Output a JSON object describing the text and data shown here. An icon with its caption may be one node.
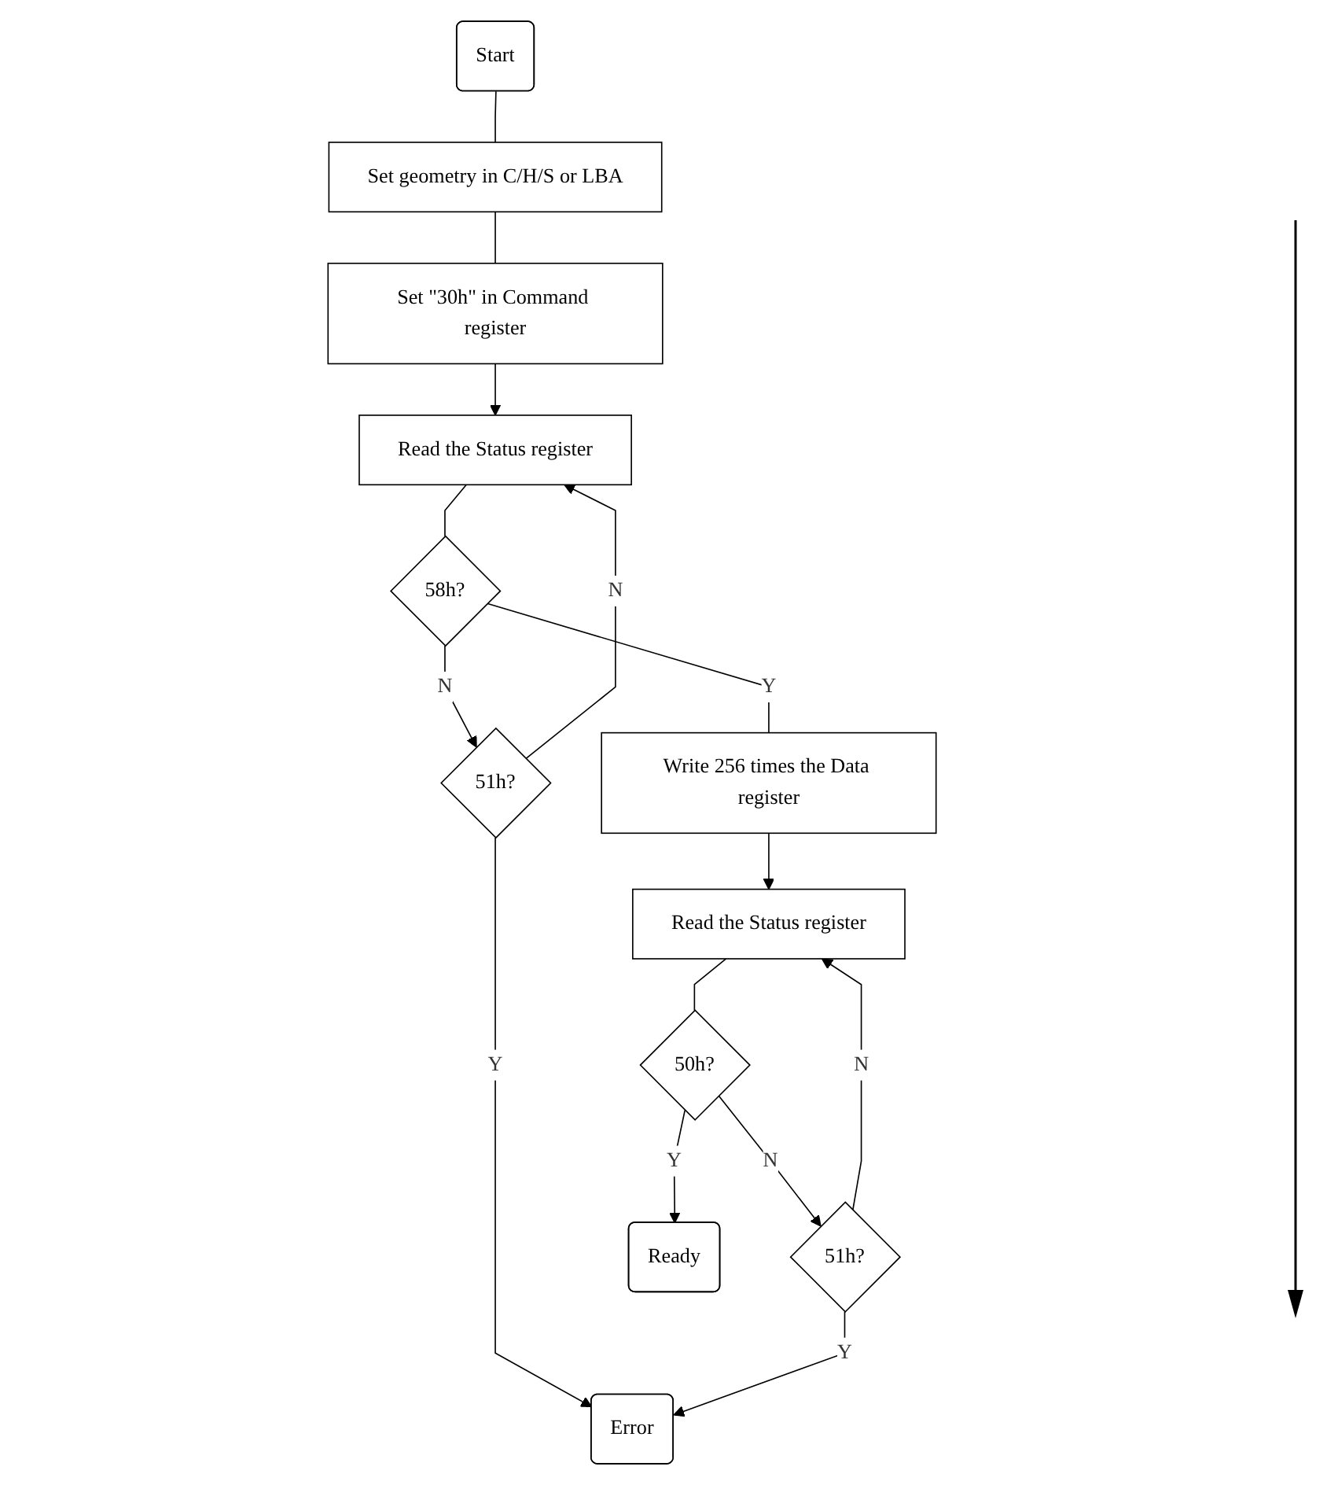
{
  "diagram": {
    "nodes": [
      {
        "text": [
          "Start"
        ]
      },
      {
        "text": [
          "Set geometry in C/H/S or LBA"
        ]
      },
      {
        "text": [
          "Set \"30h\" in Command register"
        ]
      },
      {
        "text": [
          "Read the Status register"
        ]
      },
      {
        "text": [
          "51h?"
        ]
      },
      {
        "text": [
          "58h?"
        ]
      },
      {
        "text": [
          "Write 256 times the Data register"
        ]
      },
      {
        "text": [
          "Read the Status register"
        ]
      },
      {
        "text": [
          "51h?"
        ]
      },
      {
        "text": [
          "50h?"
        ]
      },
      {
        "text": [
          "Error"
        ]
      },
      {
        "text": [
          "Ready"
        ]
      }
    ],
    "edges": [
      {
        "from": 0,
        "to": 1,
        "arrow": "none"
      },
      {
        "from": 1,
        "to": 2,
        "arrow": "none"
      },
      {
        "from": 2,
        "to": 3,
        "arrow": "to"
      },
      {
        "from": 3,
        "to": 5,
        "arrow": "none"
      },
      {
        "from": 5,
        "to": 4,
        "arrow": "to",
        "label": "N"
      },
      {
        "from": 4,
        "to": 3,
        "arrow": "to",
        "label": "N"
      },
      {
        "from": 5,
        "to": 6,
        "arrow": "none",
        "label": "Y"
      },
      {
        "from": 6,
        "to": 7,
        "arrow": "to"
      },
      {
        "from": 7,
        "to": 9,
        "arrow": "none"
      },
      {
        "from": 9,
        "to": 8,
        "arrow": "to",
        "label": "N"
      },
      {
        "from": 8,
        "to": 7,
        "arrow": "to",
        "label": "N"
      },
      {
        "from": 4,
        "to": 10,
        "arrow": "to",
        "label": "Y"
      },
      {
        "from": 8,
        "to": 10,
        "arrow": "to",
        "label": "Y"
      },
      {
        "from": 9,
        "to": 11,
        "arrow": "to",
        "label": "Y"
      }
    ]
  }
}
